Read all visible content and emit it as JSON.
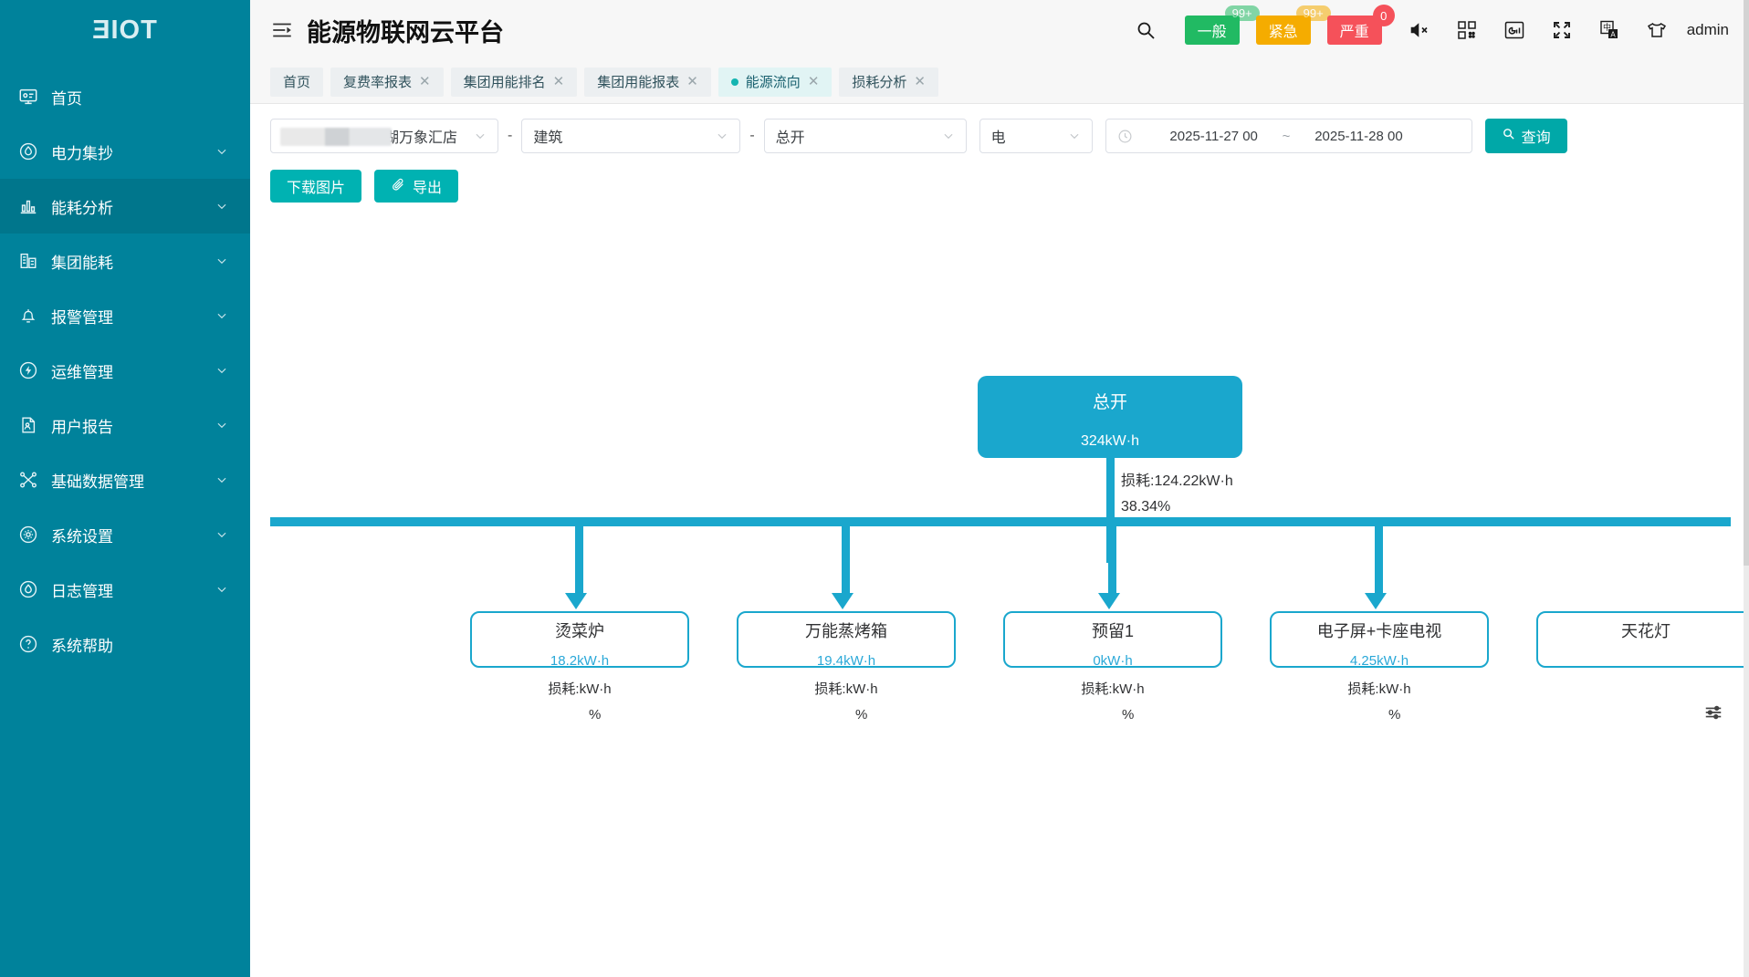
{
  "brand": {
    "logo_text": "ƎIOT"
  },
  "sidebar": {
    "items": [
      {
        "label": "首页",
        "icon": "monitor-icon",
        "expandable": false,
        "active": false
      },
      {
        "label": "电力集抄",
        "icon": "meter-icon",
        "expandable": true,
        "active": false
      },
      {
        "label": "能耗分析",
        "icon": "bar-chart-icon",
        "expandable": true,
        "active": true
      },
      {
        "label": "集团能耗",
        "icon": "building-chart-icon",
        "expandable": true,
        "active": false
      },
      {
        "label": "报警管理",
        "icon": "bell-icon",
        "expandable": true,
        "active": false
      },
      {
        "label": "运维管理",
        "icon": "bolt-circle-icon",
        "expandable": true,
        "active": false
      },
      {
        "label": "用户报告",
        "icon": "document-user-icon",
        "expandable": true,
        "active": false
      },
      {
        "label": "基础数据管理",
        "icon": "nodes-icon",
        "expandable": true,
        "active": false
      },
      {
        "label": "系统设置",
        "icon": "gear-circle-icon",
        "expandable": true,
        "active": false
      },
      {
        "label": "日志管理",
        "icon": "droplet-circle-icon",
        "expandable": true,
        "active": false
      },
      {
        "label": "系统帮助",
        "icon": "question-circle-icon",
        "expandable": false,
        "active": false
      }
    ]
  },
  "header": {
    "menu_icon": "hamburger-collapse-icon",
    "title": "能源物联网云平台",
    "search_icon": "search-icon",
    "alarms": [
      {
        "label": "一般",
        "badge": "99+",
        "color": "#21ba63",
        "name": "normal"
      },
      {
        "label": "紧急",
        "badge": "99+",
        "color": "#f5ac00",
        "name": "urgent"
      },
      {
        "label": "严重",
        "badge": "0",
        "color": "#f5515a",
        "name": "severe"
      }
    ],
    "icons": [
      {
        "name": "mute-icon"
      },
      {
        "name": "apps-grid-icon"
      },
      {
        "name": "dashboard-icon"
      },
      {
        "name": "fullscreen-icon"
      },
      {
        "name": "language-toggle-icon"
      },
      {
        "name": "theme-shirt-icon"
      }
    ],
    "username": "admin"
  },
  "tabs": [
    {
      "label": "首页",
      "closable": false,
      "active": false,
      "dot": false
    },
    {
      "label": "复费率报表",
      "closable": true,
      "active": false,
      "dot": false
    },
    {
      "label": "集团用能排名",
      "closable": true,
      "active": false,
      "dot": false
    },
    {
      "label": "集团用能报表",
      "closable": true,
      "active": false,
      "dot": false
    },
    {
      "label": "能源流向",
      "closable": true,
      "active": true,
      "dot": true
    },
    {
      "label": "损耗分析",
      "closable": true,
      "active": false,
      "dot": false
    }
  ],
  "filters": {
    "store": {
      "value": "湖万象汇店",
      "redacted": true
    },
    "separator": "-",
    "level1": {
      "value": "建筑"
    },
    "level2": {
      "value": "总开"
    },
    "energy_type": {
      "value": "电"
    },
    "date": {
      "clock_icon": "clock-icon",
      "start": "2025-11-27 00",
      "separator": "~",
      "end": "2025-11-28 00"
    },
    "query_button": {
      "label": "查询",
      "icon": "search-icon"
    }
  },
  "actions": [
    {
      "label": "下载图片",
      "icon": null,
      "name": "download-image-button"
    },
    {
      "label": "导出",
      "icon": "paperclip-icon",
      "name": "export-button"
    }
  ],
  "chart_data": {
    "type": "diagram",
    "title": "能源流向",
    "unit": "kW·h",
    "loss_prefix": "损耗:",
    "root": {
      "name": "总开",
      "value": "324kW·h",
      "loss": "损耗:124.22kW·h",
      "loss_percent": "38.34%"
    },
    "nodes": [
      {
        "name": "烫菜炉",
        "value": "18.2kW·h",
        "loss": "损耗:kW·h",
        "loss_percent": "%"
      },
      {
        "name": "万能蒸烤箱",
        "value": "19.4kW·h",
        "loss": "损耗:kW·h",
        "loss_percent": "%"
      },
      {
        "name": "预留1",
        "value": "0kW·h",
        "loss": "损耗:kW·h",
        "loss_percent": "%"
      },
      {
        "name": "电子屏+卡座电视",
        "value": "4.25kW·h",
        "loss": "损耗:kW·h",
        "loss_percent": "%"
      },
      {
        "name": "天花灯",
        "value": "",
        "loss": "",
        "loss_percent": ""
      }
    ],
    "colors": {
      "root_fill": "#1aa7cd",
      "node_border": "#1aa7cd",
      "value_text": "#2aa8d8"
    }
  },
  "misc": {
    "scroll_handle_icon": "sliders-icon"
  }
}
